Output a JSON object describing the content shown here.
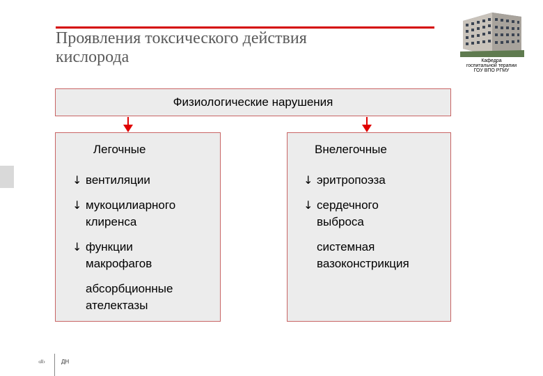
{
  "slide": {
    "title_lines": [
      "Проявления токсического действия",
      "кислорода"
    ],
    "accent_color": "#d40000",
    "title_color": "#5a5a5a"
  },
  "logo": {
    "caption_lines": [
      "Кафедра",
      "госпитальной терапии",
      "ГОУ ВПО РГМУ"
    ]
  },
  "diagram": {
    "root": "Физиологические нарушения",
    "box_fill": "#ececec",
    "box_border": "#c86464",
    "arrow_color": "#e00000",
    "columns": [
      {
        "heading": "Легочные",
        "items": [
          {
            "marker": "↓",
            "lines": [
              "вентиляции"
            ]
          },
          {
            "marker": "↓",
            "lines": [
              "мукоцилиарного",
              "клиренса"
            ]
          },
          {
            "marker": "↓",
            "lines": [
              "функции",
              "макрофагов"
            ]
          },
          {
            "marker": "",
            "lines": [
              "абсорбционные",
              "ателектазы"
            ]
          }
        ]
      },
      {
        "heading": "Внелегочные",
        "items": [
          {
            "marker": "↓",
            "lines": [
              "эритропоэза"
            ]
          },
          {
            "marker": "↓",
            "lines": [
              "сердечного",
              "выброса"
            ]
          },
          {
            "marker": "",
            "lines": [
              "системная",
              "вазоконстрикция"
            ]
          }
        ]
      }
    ]
  },
  "footer": {
    "slide_number": "‹#›",
    "author": "ДН"
  }
}
